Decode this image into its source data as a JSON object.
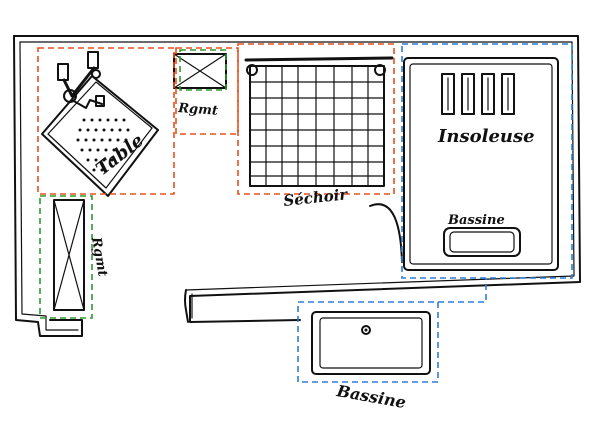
{
  "labels": {
    "table": "Table",
    "rangement_top": "Rgmt",
    "rangement_left": "Rgmt",
    "sechoir": "Séchoir",
    "insoleuse": "Insoleuse",
    "bassine_small": "Bassine",
    "bassine_large": "Bassine"
  },
  "colors": {
    "zone_orange": "#e8501e",
    "zone_green": "#2e9a2e",
    "zone_blue": "#2b7fd6",
    "ink": "#111111"
  }
}
